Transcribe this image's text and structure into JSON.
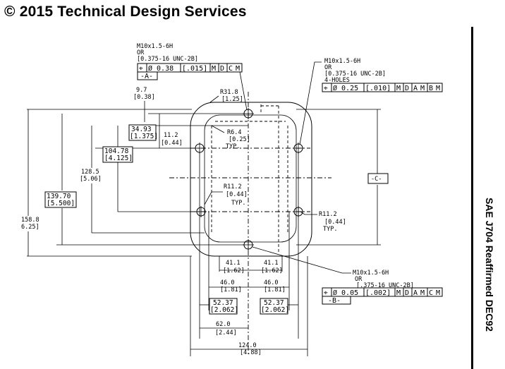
{
  "header": {
    "copyright": "© 2015 Technical Design Services"
  },
  "side_label": "SAE J704 Reaffirmed DEC92",
  "callouts": {
    "top_thread": {
      "line1": "M10x1.5-6H",
      "line2": "OR",
      "line3": "[0.375-16 UNC-2B]"
    },
    "top_fcf": {
      "symbol": "⌖",
      "dia": "Ø 0.38",
      "tol": "[.015]",
      "mod": "M",
      "ref1": "D",
      "ref2": "C",
      "mod2": "M"
    },
    "datum_a": "-A-",
    "right_thread": {
      "line1": "M10x1.5-6H",
      "line2": "OR",
      "line3": "[0.375-16 UNC-2B]",
      "line4": "4-HOLES"
    },
    "right_fcf": {
      "symbol": "⌖",
      "dia": "Ø 0.25",
      "tol": "[.010]",
      "mod": "M",
      "ref1": "D",
      "ref2": "A",
      "ref2mod": "M",
      "ref3": "B",
      "ref3mod": "M"
    },
    "bottom_thread": {
      "line1": "M10x1.5-6H",
      "line2": "OR",
      "line3": "[.375-16 UNC-2B]"
    },
    "bottom_fcf": {
      "symbol": "⌖",
      "dia": "Ø 0.05",
      "tol": "[.002]",
      "mod": "M",
      "ref1": "D",
      "ref2": "A",
      "ref2mod": "M",
      "ref3": "C",
      "ref3mod": "M"
    },
    "datum_b": "-B-",
    "datum_c": "-C-"
  },
  "dims": {
    "d97": "9.7",
    "d97i": "[0.38]",
    "r318": "R31.8",
    "r318i": "[1.25]",
    "d3493": "34.93",
    "d3493i": "[1.375]",
    "d112a": "11.2",
    "d112ai": "[0.44]",
    "r64": "R6.4",
    "r64i": "[0.25]",
    "r64typ": "TYP.",
    "d10478": "104.78",
    "d10478i": "[4.125]",
    "d1285": "128.5",
    "d1285i": "[5.06]",
    "r112c": "R11.2",
    "r112ci": "[0.44]",
    "r112ctyp": "TYP.",
    "d13970": "139.70",
    "d13970i": "[5.500]",
    "d1588": "158.8",
    "d1588i": "6.25]",
    "r112r": "R11.2",
    "r112ri": "[0.44]",
    "r112rtyp": "TYP.",
    "d411l": "41.1",
    "d411li": "[1.62]",
    "d411r": "41.1",
    "d411ri": "[1.62]",
    "d460l": "46.0",
    "d460li": "[1.81]",
    "d460r": "46.0",
    "d460ri": "[1.81]",
    "d5237l": "52.37",
    "d5237li": "[2.062]",
    "d5237r": "52.37",
    "d5237ri": "[2.062]",
    "d620": "62.0",
    "d620i": "[2.44]",
    "d1240": "124.0",
    "d1240i": "[4.88]"
  }
}
